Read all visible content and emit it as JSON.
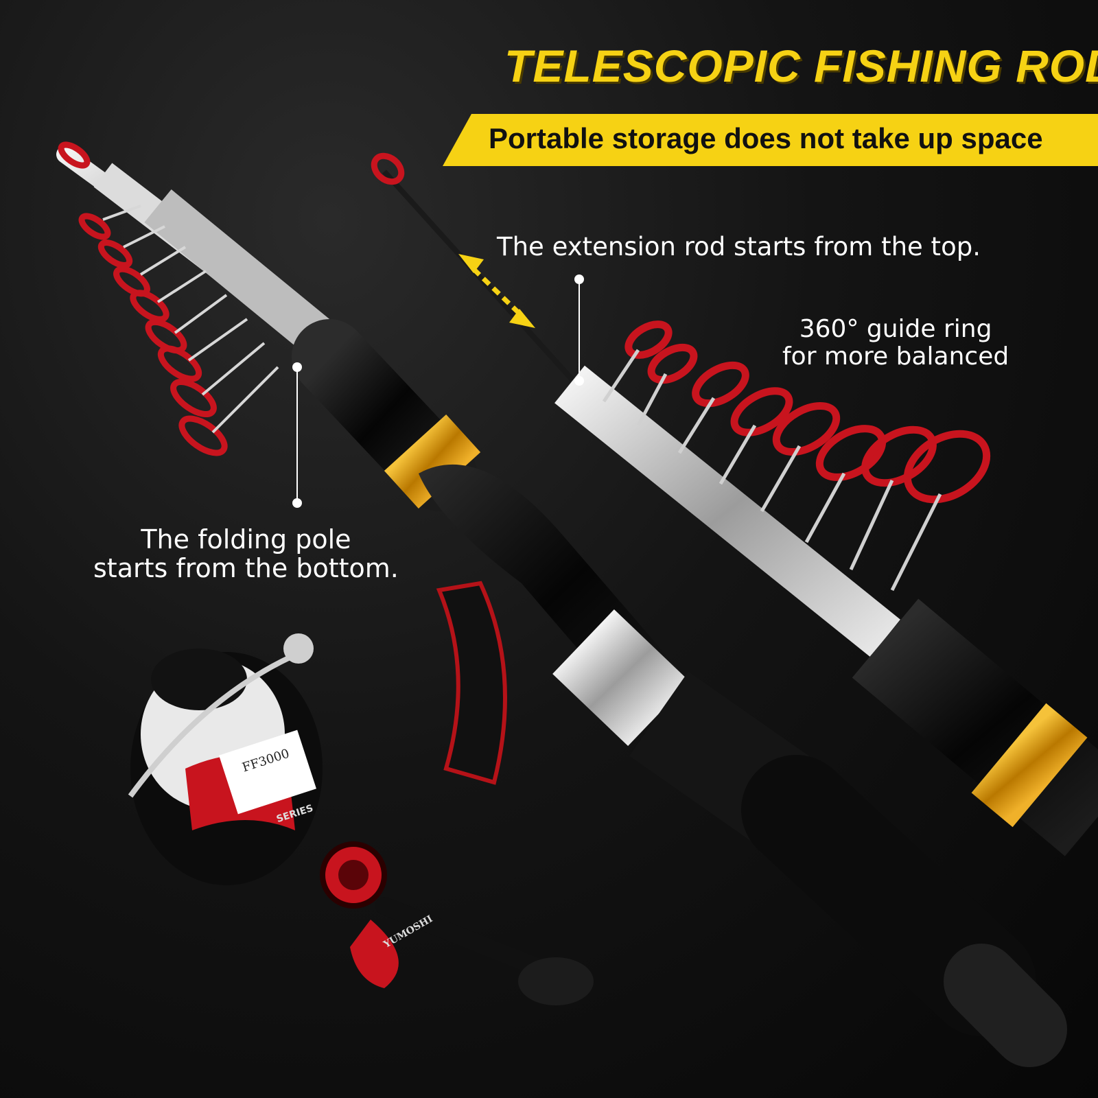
{
  "headline": {
    "title": "TELESCOPIC FISHING ROD",
    "subtitle": "Portable storage does not take up space"
  },
  "annotations": {
    "extension": "The extension rod starts from the top.",
    "guide_ring_line1": "360° guide ring",
    "guide_ring_line2": "for more balanced",
    "folding_line1": "The folding pole",
    "folding_line2": "starts from the bottom."
  },
  "reel": {
    "model": "FF3000",
    "series": "SERIES",
    "brand": "YUMOSHI"
  },
  "colors": {
    "accent_yellow": "#f6d214",
    "guide_red": "#c8141e",
    "rod_black": "#0a0a0a",
    "chrome": "#c9c9c9",
    "gold_ring": "#d99a06"
  }
}
